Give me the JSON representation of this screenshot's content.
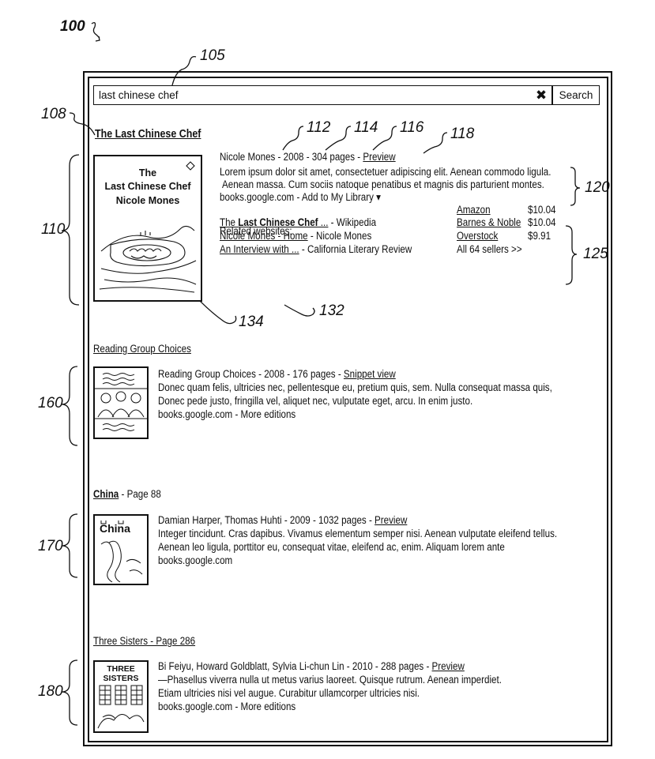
{
  "figure_refs": {
    "fig": "100",
    "search": "105",
    "title_ref": "108",
    "result1": "110",
    "author": "112",
    "year": "114",
    "pages": "116",
    "preview": "118",
    "snippet": "120",
    "sellers": "125",
    "related": "132",
    "cover": "134",
    "result2": "160",
    "result3": "170",
    "result4": "180"
  },
  "search": {
    "query": "last chinese chef",
    "clear_icon": "✖",
    "button_label": "Search"
  },
  "result1": {
    "title": "The Last Chinese Chef",
    "cover": {
      "line1": "The",
      "line2": "Last Chinese Chef",
      "line3": "Nicole Mones"
    },
    "meta_prefix": "Nicole Mones - 2008 - 304 pages - ",
    "meta_link": "Preview",
    "snippet_line1": "Lorem ipsum dolor sit amet, consectetuer adipiscing elit. Aenean commodo ligula.",
    "snippet_line2": "Aenean massa. Cum sociis natoque penatibus et magnis dis parturient montes.",
    "source": "books.google.com - Add to My Library ▾",
    "related_header": "Related websites:",
    "related": [
      {
        "link_pre": "The ",
        "link_bold": "Last Chinese Chef",
        "link_post": " ...",
        "site": " - Wikipedia"
      },
      {
        "link_pre": "Nicole Mones - Home",
        "link_bold": "",
        "link_post": "",
        "site": " - Nicole Mones"
      },
      {
        "link_pre": "An Interview with ...",
        "link_bold": "",
        "link_post": "",
        "site": " - California Literary Review"
      }
    ],
    "sellers": [
      {
        "name": "Amazon",
        "price": "$10.04"
      },
      {
        "name": "Barnes & Noble",
        "price": "$10.04"
      },
      {
        "name": "Overstock",
        "price": "$9.91"
      }
    ],
    "all_sellers": "All 64 sellers >>"
  },
  "result2": {
    "title": "Reading Group Choices",
    "meta_prefix": "Reading Group Choices - 2008 - 176 pages - ",
    "meta_link": "Snippet view",
    "line1": "Donec quam felis, ultricies nec, pellentesque eu, pretium quis, sem. Nulla consequat massa quis,",
    "line2": "Donec pede justo, fringilla vel, aliquet nec, vulputate eget, arcu. In enim justo.",
    "source": "books.google.com - More editions"
  },
  "result3": {
    "title_bold": "China",
    "title_rest": " - Page 88",
    "cover_text": "China",
    "meta_prefix": "Damian Harper, Thomas Huhti - 2009 - 1032 pages - ",
    "meta_link": "Preview",
    "line1": "Integer tincidunt. Cras dapibus. Vivamus elementum semper nisi. Aenean vulputate eleifend tellus.",
    "line2": "Aenean leo ligula, porttitor eu, consequat vitae, eleifend ac, enim. Aliquam lorem ante",
    "source": "books.google.com"
  },
  "result4": {
    "title": "Three Sisters - Page 286",
    "cover_line1": "THREE",
    "cover_line2": "SISTERS",
    "meta_prefix": "Bi Feiyu, Howard Goldblatt, Sylvia Li-chun Lin - 2010 - 288 pages - ",
    "meta_link": "Preview",
    "line1": "—Phasellus viverra nulla ut metus varius laoreet. Quisque rutrum. Aenean imperdiet.",
    "line2": "Etiam ultricies nisi vel augue. Curabitur ullamcorper ultricies nisi.",
    "source": "books.google.com - More editions"
  }
}
